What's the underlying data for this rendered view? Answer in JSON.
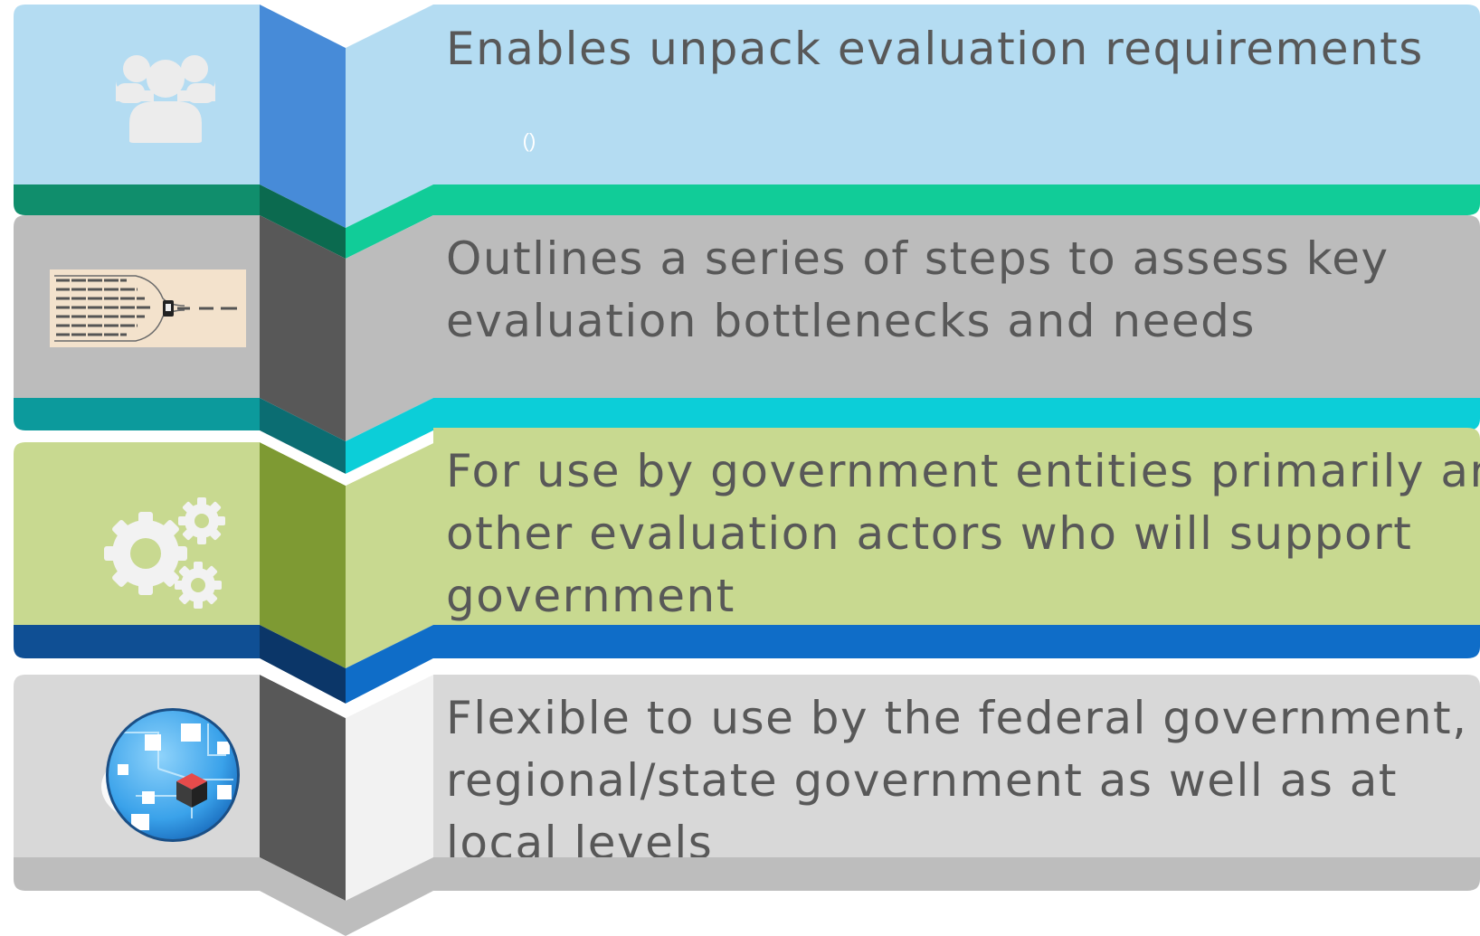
{
  "rows": [
    {
      "icon": "people-group-icon",
      "lines": [
        "Enables unpack evaluation requirements"
      ],
      "colors": {
        "panel": "#b4dcf2",
        "spine": "#478bd8",
        "base": "#11cc98",
        "base_dark": "#108e6c",
        "spine_base": "#0b6a4f"
      }
    },
    {
      "icon": "bottleneck-arrows-icon",
      "lines": [
        "Outlines a series of steps to assess key",
        "evaluation bottlenecks and needs"
      ],
      "colors": {
        "panel": "#bcbcbc",
        "spine": "#585858",
        "base": "#0cced8",
        "base_dark": "#0c9a9c",
        "spine_base": "#0b6d72"
      }
    },
    {
      "icon": "gears-icon",
      "lines": [
        "For use by government entities primarily and",
        "other evaluation actors who will support",
        "government"
      ],
      "colors": {
        "panel": "#c8d990",
        "spine": "#7e9a33",
        "base": "#0f6dc8",
        "base_dark": "#0f4f94",
        "spine_base": "#0b3668"
      }
    },
    {
      "icon": "network-globe-icon",
      "lines": [
        "Flexible to use by the federal government,",
        "regional/state government as well as at",
        "local levels"
      ],
      "colors": {
        "panel": "#d8d8d8",
        "spine": "#585858",
        "base": "#bdbdbd",
        "base_dark": "#bdbdbd",
        "spine_base": "#bdbdbd"
      }
    }
  ]
}
